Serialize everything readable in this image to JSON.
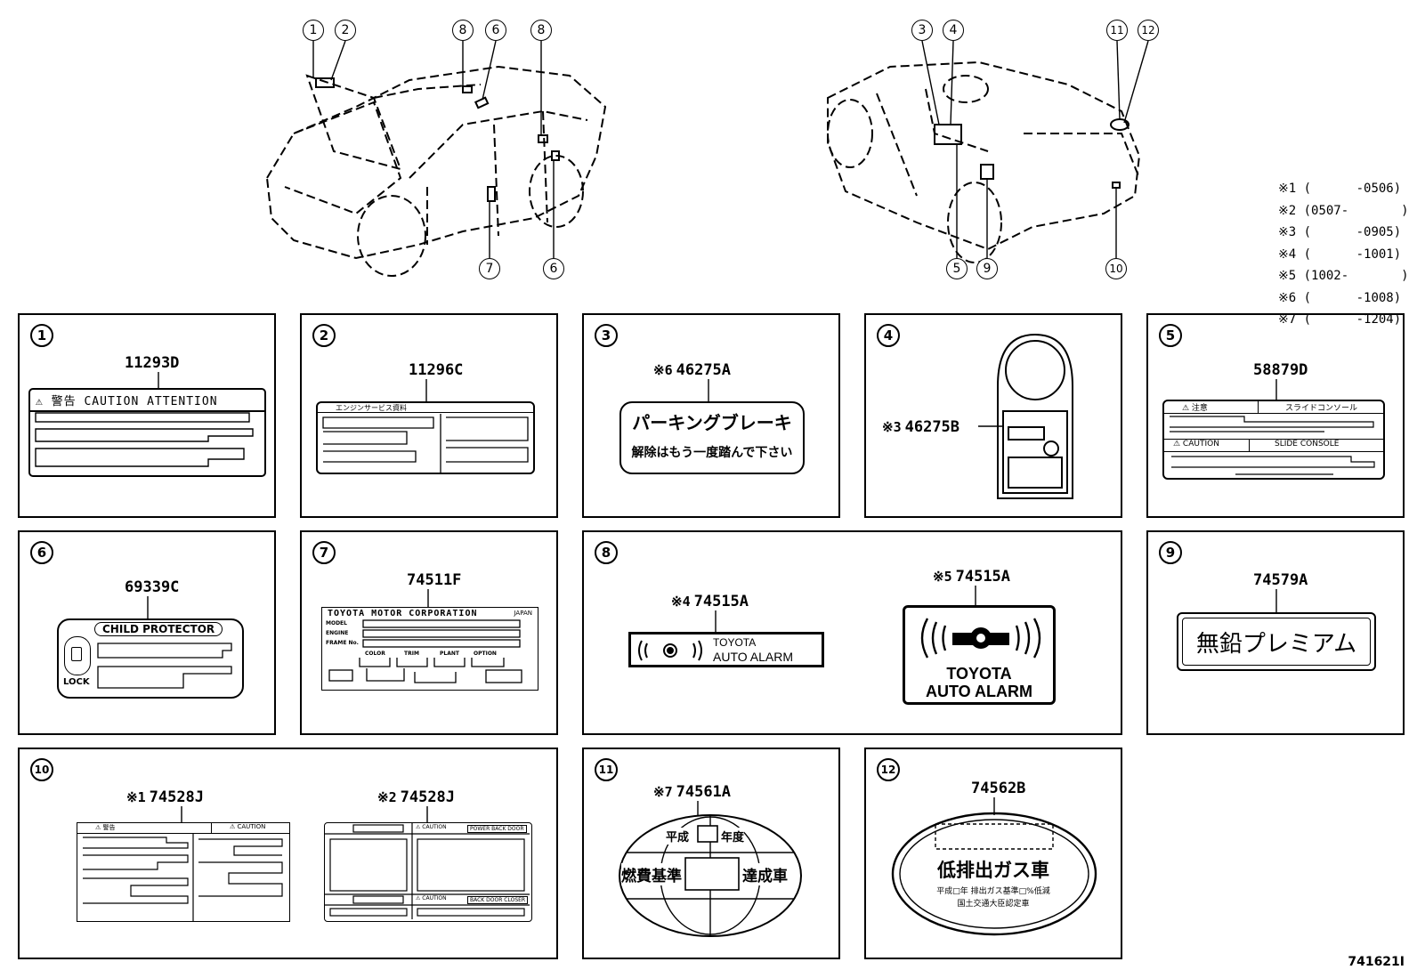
{
  "diagram": {
    "figure_id": "741621I",
    "top_callouts_left": [
      "1",
      "2",
      "8",
      "6",
      "8",
      "7",
      "6"
    ],
    "top_callouts_right": [
      "3",
      "4",
      "11",
      "12",
      "5",
      "9",
      "10"
    ],
    "notes": [
      "※1 (      -0506)",
      "※2 (0507-       )",
      "※3 (      -0905)",
      "※4 (      -1001)",
      "※5 (1002-       )",
      "※6 (      -1008)",
      "※7 (      -1204)"
    ],
    "panels": [
      {
        "num": "1",
        "part": "11293D",
        "ref": "",
        "label_text": "⚠ 警告  CAUTION ATTENTION"
      },
      {
        "num": "2",
        "part": "11296C",
        "ref": "",
        "label_text": "エンジンサービス資料"
      },
      {
        "num": "3",
        "part": "46275A",
        "ref": "※6",
        "line1": "パーキングブレーキ",
        "line2": "解除はもう一度踏んで下さい"
      },
      {
        "num": "4",
        "part": "46275B",
        "ref": "※3"
      },
      {
        "num": "5",
        "part": "58879D",
        "ref": "",
        "t1": "⚠ 注意",
        "t2": "スライドコンソール",
        "t3": "⚠ CAUTION",
        "t4": "SLIDE  CONSOLE"
      },
      {
        "num": "6",
        "part": "69339C",
        "ref": "",
        "title": "CHILD PROTECTOR",
        "lock": "LOCK"
      },
      {
        "num": "7",
        "part": "74511F",
        "ref": "",
        "maker": "TOYOTA MOTOR CORPORATION",
        "r1": "MODEL",
        "r2": "ENGINE",
        "r3": "FRAME No.",
        "c1": "COLOR",
        "c2": "TRIM",
        "c3": "PLANT",
        "c4": "OPTION",
        "japan": "JAPAN"
      },
      {
        "num": "8",
        "part_a": "74515A",
        "ref_a": "※4",
        "part_b": "74515A",
        "ref_b": "※5",
        "small1": "TOYOTA",
        "small2": "AUTO ALARM",
        "big1": "TOYOTA",
        "big2": "AUTO ALARM"
      },
      {
        "num": "9",
        "part": "74579A",
        "ref": "",
        "text": "無鉛プレミアム"
      },
      {
        "num": "10",
        "part_a": "74528J",
        "ref_a": "※1",
        "part_b": "74528J",
        "ref_b": "※2",
        "a1": "⚠ 警告",
        "a2": "⚠ CAUTION",
        "b2": "⚠ CAUTION",
        "b3": "POWER BACK DOOR",
        "b4": "⚠ CAUTION",
        "b5": "BACK DOOR CLOSER"
      },
      {
        "num": "11",
        "part": "74561A",
        "ref": "※7",
        "l1": "平成",
        "l2": "年度",
        "l3": "燃費基準",
        "l4": "達成車"
      },
      {
        "num": "12",
        "part": "74562B",
        "ref": "",
        "l1": "低排出ガス車",
        "l2": "平成□年 排出ガス基準□%低減",
        "l3": "国土交通大臣認定車"
      }
    ]
  }
}
